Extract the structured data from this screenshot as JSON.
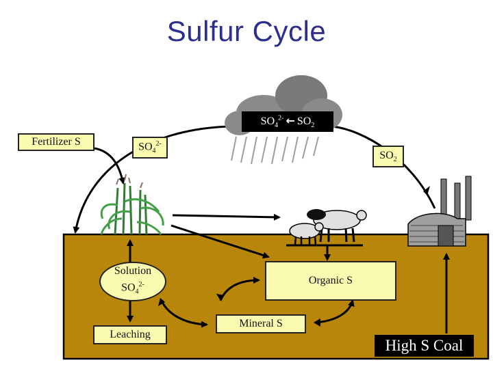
{
  "title": "Sulfur Cycle",
  "labels": {
    "fertilizer": "Fertilizer S",
    "sulfate_atm_main": "SO",
    "sulfate_atm_sub": "4",
    "sulfate_atm_sup": "2-",
    "so2_main": "SO",
    "so2_sub": "2",
    "cloud_reaction_a": "SO",
    "cloud_reaction_a_sub": "4",
    "cloud_reaction_a_sup": "2-",
    "cloud_reaction_arrow": "←",
    "cloud_reaction_b": "SO",
    "cloud_reaction_b_sub": "2",
    "solution_line1": "Solution",
    "solution_line2_main": "SO",
    "solution_line2_sub": "4",
    "solution_line2_sup": "2-",
    "leaching": "Leaching",
    "organic": "Organic S",
    "mineral": "Mineral S",
    "coal": "High S Coal"
  },
  "colors": {
    "title": "#2d2f8e",
    "soil": "#b8860b",
    "box_fill": "#fafab0"
  }
}
